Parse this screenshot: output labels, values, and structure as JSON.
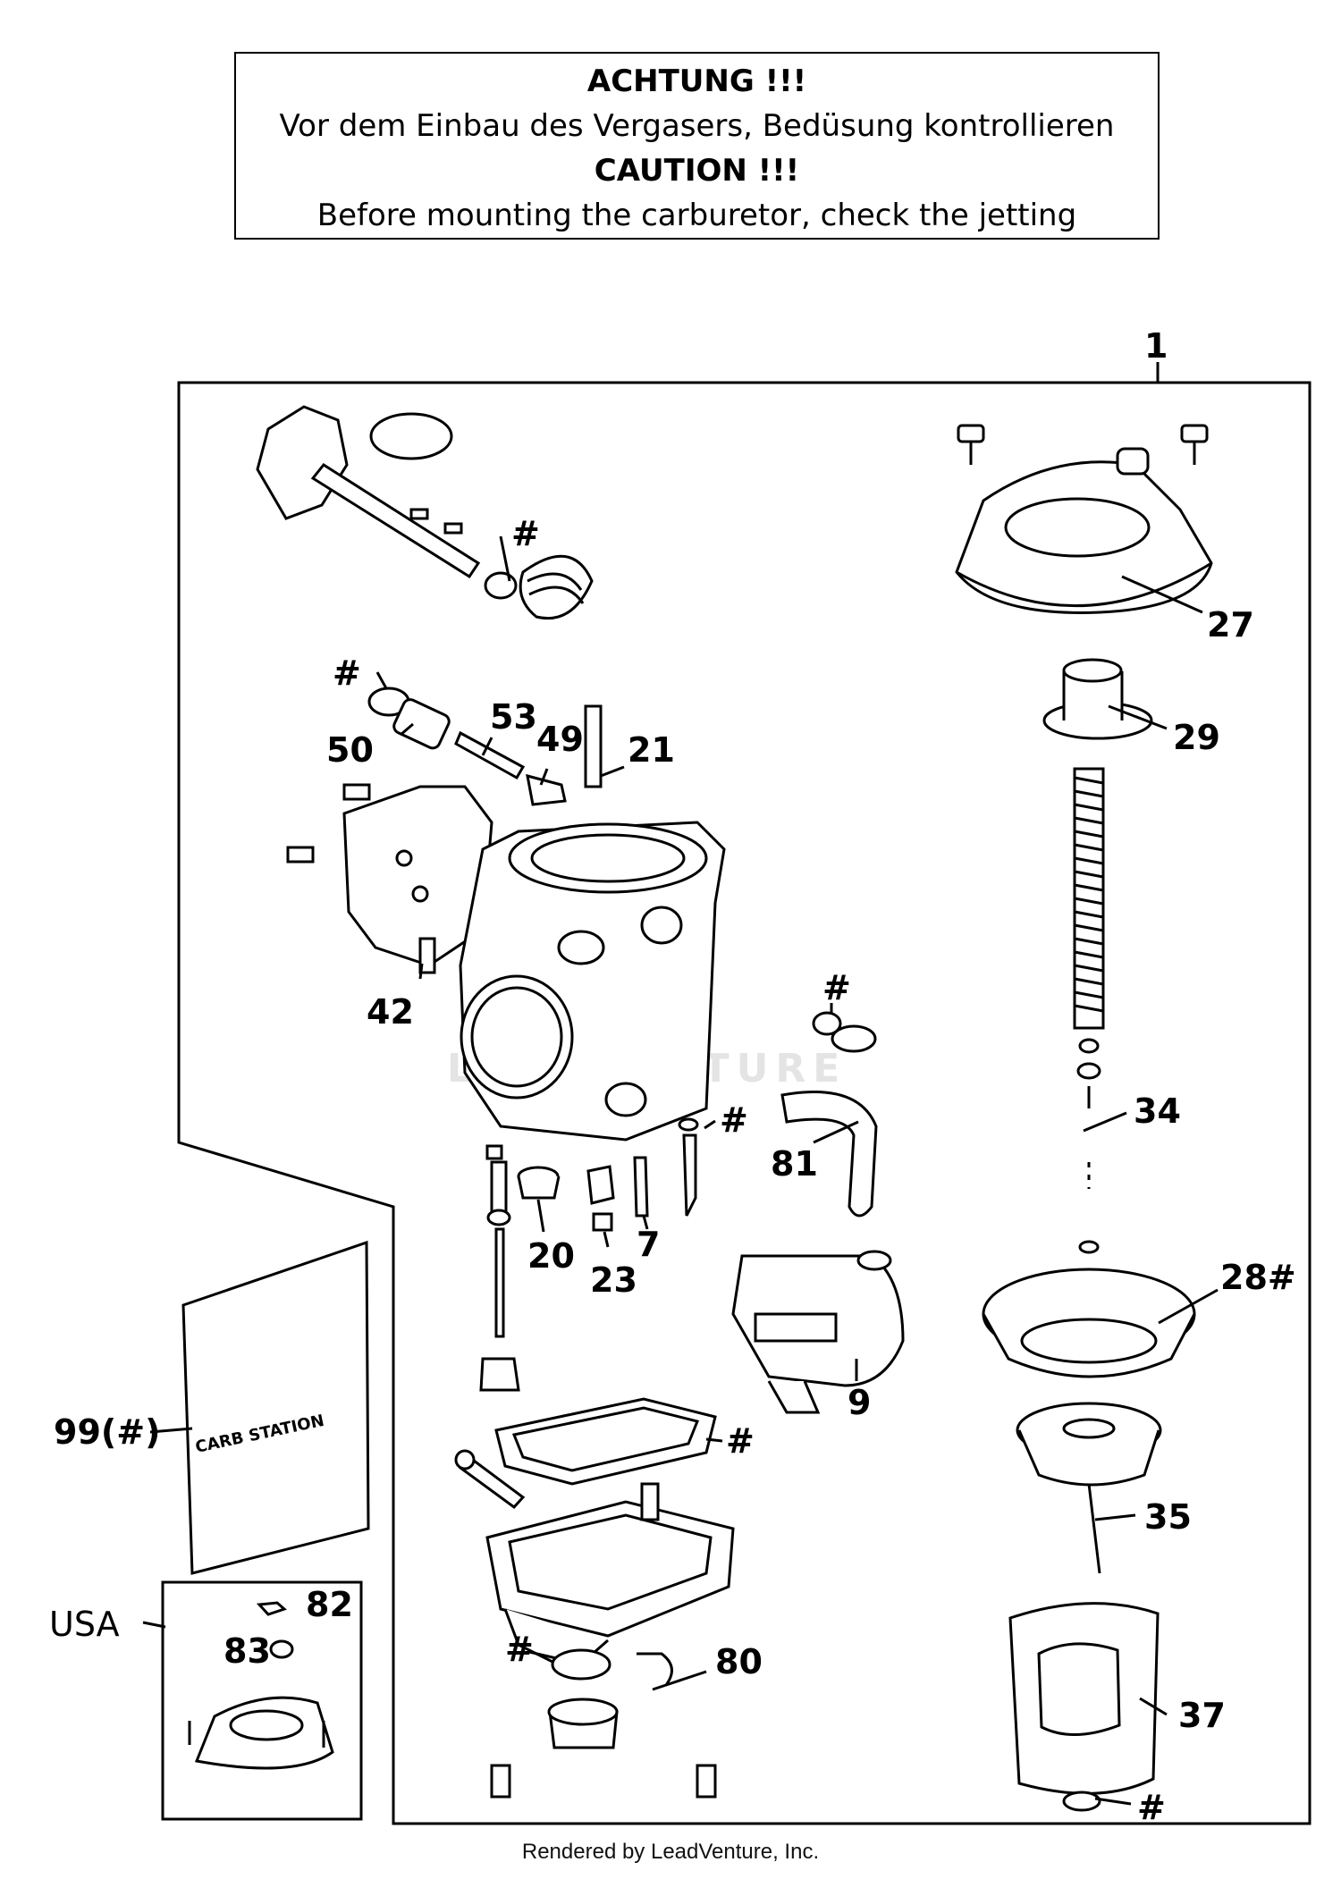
{
  "caution": {
    "de_title": "ACHTUNG !!!",
    "de_text": "Vor dem Einbau des Vergasers, Bedüsung kontrollieren",
    "en_title": "CAUTION !!!",
    "en_text": "Before mounting the carburetor, check the jetting"
  },
  "callouts": {
    "c1": "1",
    "c27": "27",
    "c29": "29",
    "c34": "34",
    "c28": "28#",
    "c35": "35",
    "c37": "37",
    "c_hash_bottom_right": "#",
    "c_hash_top": "#",
    "c_hash_left": "#",
    "c50": "50",
    "c53": "53",
    "c49": "49",
    "c21": "21",
    "c42": "42",
    "c_hash_81": "#",
    "c81": "81",
    "c_hash_jet": "#",
    "c20": "20",
    "c23": "23",
    "c7": "7",
    "c9": "9",
    "c99": "99(#)",
    "c_hash_gasket": "#",
    "c_hash_oring": "#",
    "c80": "80",
    "c82": "82",
    "c83": "83",
    "usa": "USA"
  },
  "bag_label": "CARB STATION",
  "watermark": "LEADVENTURE",
  "footer": "Rendered by LeadVenture, Inc."
}
